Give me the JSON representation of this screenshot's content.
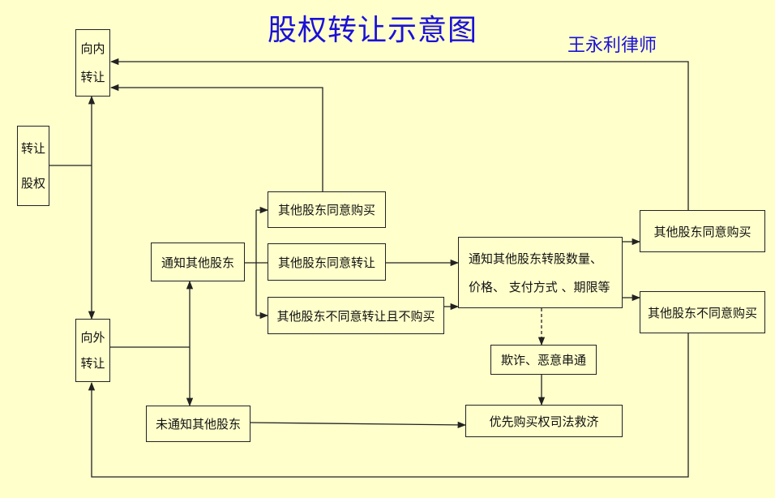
{
  "title": "股权转让示意图",
  "author": "王永利律师",
  "nodes": {
    "inward_transfer": [
      "向内",
      "转让"
    ],
    "equity_transfer": [
      "转让",
      "股权"
    ],
    "outward_transfer": [
      "向外",
      "转让"
    ],
    "notify_shareholders": "通知其他股东",
    "agree_purchase": "其他股东同意购买",
    "agree_transfer": "其他股东同意转让",
    "disagree_no_purchase": "其他股东不同意转让且不购买",
    "notify_details": [
      "通知其他股东转股数量、",
      "价格、 支付方式 、期限等"
    ],
    "agree_purchase_right": "其他股东同意购买",
    "disagree_purchase_right": "其他股东不同意购买",
    "fraud_collusion": "欺诈、恶意串通",
    "not_notified": "未通知其他股东",
    "preemptive_remedy": "优先购买权司法救济"
  },
  "colors": {
    "background": "#FFFFCC",
    "title": "#1A10D8",
    "line": "#222222"
  }
}
